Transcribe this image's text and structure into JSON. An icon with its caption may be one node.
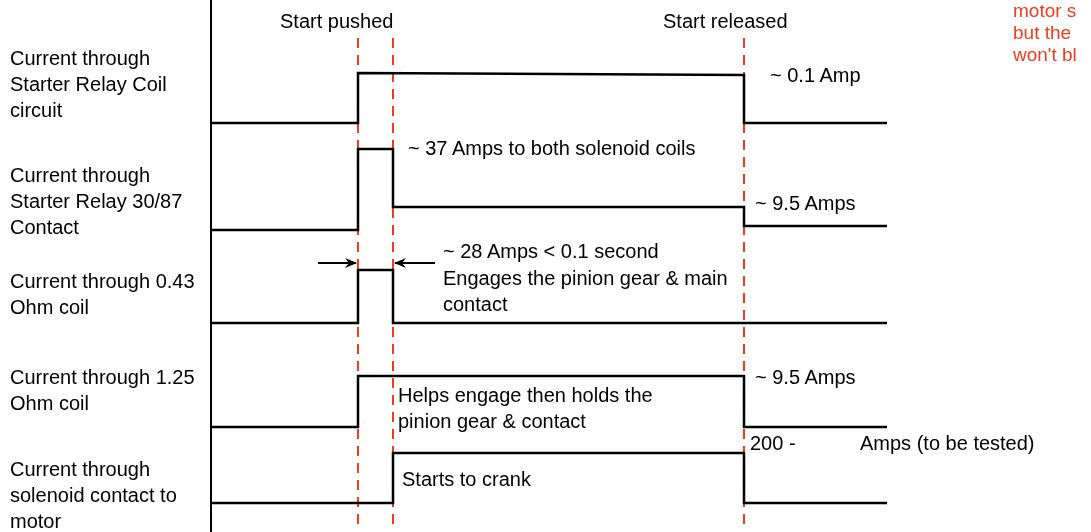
{
  "diagram": {
    "labels": [
      "Start pushed",
      "Start released",
      "motor s",
      "but the",
      "won't bl",
      "Current through Starter Relay Coil circuit",
      "~ 0.1 Amp",
      "Current through Starter Relay 30/87 Contact",
      "~ 37 Amps to both solenoid coils",
      "~ 9.5 Amps",
      "Current through 0.43 Ohm coil",
      "~ 28 Amps < 0.1 second",
      "Engages the pinion gear & main contact",
      "Current through 1.25 Ohm coil",
      "~ 9.5 Amps",
      "Helps engage then holds the pinion gear & contact",
      "Current through solenoid contact to motor",
      "Starts to crank",
      "200 -",
      "Amps (to be tested)"
    ]
  }
}
